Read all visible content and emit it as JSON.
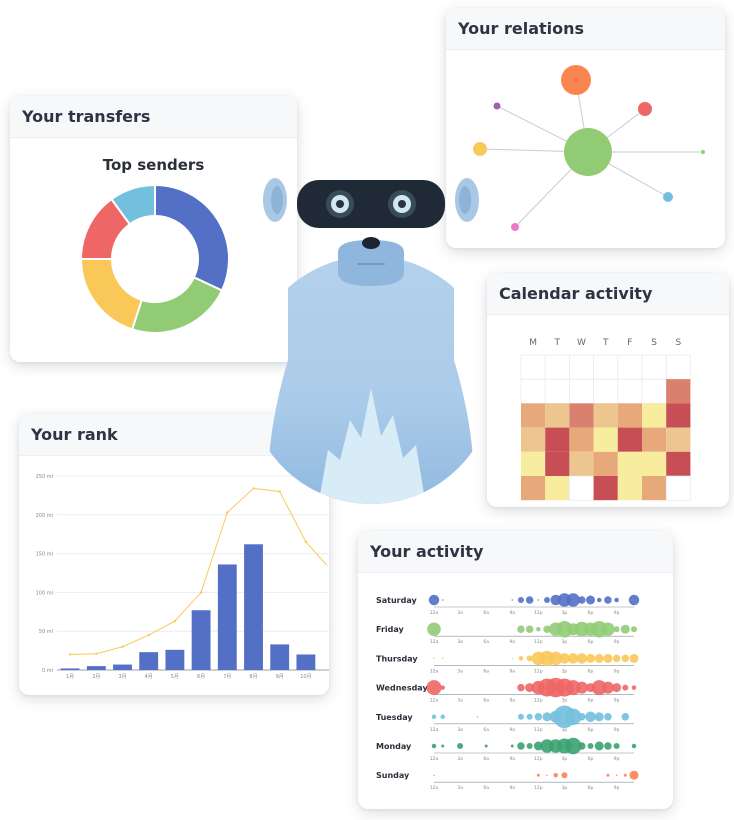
{
  "cards": {
    "transfers": {
      "title": "Your transfers"
    },
    "relations": {
      "title": "Your relations"
    },
    "calendar": {
      "title": "Calendar activity"
    },
    "rank": {
      "title": "Your rank"
    },
    "activity": {
      "title": "Your activity"
    }
  },
  "mascot": {
    "icon": "raccoon-mascot-icon"
  },
  "colors": {
    "blue": "#5470c6",
    "green": "#91cc75",
    "yellow": "#fac858",
    "red": "#ee6666",
    "cyan": "#73c0de",
    "teal": "#3ba272",
    "orange": "#fc8452",
    "purple": "#9a60b4",
    "magenta": "#ea7ccc"
  },
  "chart_data": [
    {
      "type": "pie",
      "title": "Top senders",
      "slices": [
        {
          "value": 32,
          "color": "#5470c6"
        },
        {
          "value": 23,
          "color": "#91cc75"
        },
        {
          "value": 20,
          "color": "#fac858"
        },
        {
          "value": 15,
          "color": "#ee6666"
        },
        {
          "value": 10,
          "color": "#73c0de"
        }
      ]
    },
    {
      "type": "scatter",
      "subtype": "graph",
      "nodes": [
        {
          "color": "#91cc75",
          "size": 24
        },
        {
          "color": "#fc8452",
          "size": 15
        },
        {
          "color": "#ee6666",
          "size": 7
        },
        {
          "color": "#9a60b4",
          "size": 3.5
        },
        {
          "color": "#fac858",
          "size": 7
        },
        {
          "color": "#91cc75",
          "size": 2
        },
        {
          "color": "#73c0de",
          "size": 5
        },
        {
          "color": "#ea7ccc",
          "size": 4
        }
      ]
    },
    {
      "type": "heatmap",
      "columns": [
        "M",
        "T",
        "W",
        "T",
        "F",
        "S",
        "S"
      ],
      "rows": 6,
      "values": [
        [
          0,
          0,
          0,
          0,
          0,
          0,
          0
        ],
        [
          0,
          0,
          0,
          0,
          0,
          0,
          4
        ],
        [
          3,
          2,
          4,
          2,
          3,
          1,
          5
        ],
        [
          2,
          5,
          3,
          1,
          5,
          3,
          2
        ],
        [
          1,
          5,
          2,
          3,
          1,
          1,
          5
        ],
        [
          3,
          1,
          0,
          5,
          1,
          3,
          0
        ]
      ]
    },
    {
      "type": "bar",
      "categories": [
        "1月",
        "2月",
        "3月",
        "4月",
        "5月",
        "6月",
        "7月",
        "8月",
        "9月",
        "10月"
      ],
      "series": [
        {
          "values": [
            2,
            5,
            7,
            23,
            26,
            77,
            136,
            162,
            33,
            20
          ]
        },
        {
          "values": [
            20,
            21,
            30,
            45,
            63,
            100,
            203,
            234,
            230,
            165
          ]
        }
      ],
      "y_ticks": [
        "0 ml",
        "50 ml",
        "100 ml",
        "150 ml",
        "200 ml",
        "250 ml"
      ],
      "ylim": [
        0,
        250
      ]
    },
    {
      "type": "scatter",
      "rows": [
        "Saturday",
        "Friday",
        "Thursday",
        "Wednesday",
        "Tuesday",
        "Monday",
        "Sunday"
      ],
      "x_ticks": [
        "12a",
        "3a",
        "6a",
        "9a",
        "12p",
        "3p",
        "6p",
        "9p"
      ],
      "series_colors": [
        "#5470c6",
        "#91cc75",
        "#fac858",
        "#ee6666",
        "#73c0de",
        "#3ba272",
        "#fc8452"
      ],
      "points": [
        [
          [
            0,
            7
          ],
          [
            1,
            1
          ],
          [
            9,
            1
          ],
          [
            10,
            4
          ],
          [
            11,
            5
          ],
          [
            12,
            1
          ],
          [
            13,
            4
          ],
          [
            14,
            7
          ],
          [
            15,
            9
          ],
          [
            16,
            9
          ],
          [
            17,
            5
          ],
          [
            18,
            6
          ],
          [
            19,
            3
          ],
          [
            20,
            5
          ],
          [
            21,
            3
          ],
          [
            23,
            7
          ]
        ],
        [
          [
            0,
            9
          ],
          [
            10,
            5
          ],
          [
            11,
            5
          ],
          [
            12,
            3
          ],
          [
            13,
            5
          ],
          [
            14,
            9
          ],
          [
            15,
            11
          ],
          [
            16,
            8
          ],
          [
            17,
            10
          ],
          [
            18,
            9
          ],
          [
            19,
            11
          ],
          [
            20,
            9
          ],
          [
            21,
            4
          ],
          [
            22,
            6
          ],
          [
            23,
            4
          ]
        ],
        [
          [
            0,
            1
          ],
          [
            1,
            1
          ],
          [
            9,
            1
          ],
          [
            10,
            3
          ],
          [
            11,
            4
          ],
          [
            12,
            9
          ],
          [
            13,
            10
          ],
          [
            14,
            9
          ],
          [
            15,
            7
          ],
          [
            16,
            7
          ],
          [
            17,
            7
          ],
          [
            18,
            6
          ],
          [
            19,
            6
          ],
          [
            20,
            6
          ],
          [
            21,
            5
          ],
          [
            22,
            5
          ],
          [
            23,
            6
          ]
        ],
        [
          [
            0,
            10
          ],
          [
            1,
            3
          ],
          [
            10,
            5
          ],
          [
            11,
            6
          ],
          [
            12,
            9
          ],
          [
            13,
            12
          ],
          [
            14,
            13
          ],
          [
            15,
            12
          ],
          [
            16,
            10
          ],
          [
            17,
            8
          ],
          [
            18,
            6
          ],
          [
            19,
            10
          ],
          [
            20,
            8
          ],
          [
            21,
            6
          ],
          [
            22,
            4
          ],
          [
            23,
            3
          ]
        ],
        [
          [
            0,
            3
          ],
          [
            1,
            3
          ],
          [
            5,
            1
          ],
          [
            10,
            4
          ],
          [
            11,
            4
          ],
          [
            12,
            5
          ],
          [
            13,
            6
          ],
          [
            14,
            8
          ],
          [
            15,
            15
          ],
          [
            16,
            11
          ],
          [
            17,
            5
          ],
          [
            18,
            7
          ],
          [
            19,
            6
          ],
          [
            20,
            5
          ],
          [
            22,
            5
          ]
        ],
        [
          [
            0,
            3
          ],
          [
            1,
            2
          ],
          [
            3,
            4
          ],
          [
            6,
            2
          ],
          [
            9,
            2
          ],
          [
            10,
            5
          ],
          [
            11,
            4
          ],
          [
            12,
            6
          ],
          [
            13,
            9
          ],
          [
            14,
            9
          ],
          [
            15,
            10
          ],
          [
            16,
            11
          ],
          [
            17,
            5
          ],
          [
            18,
            4
          ],
          [
            19,
            6
          ],
          [
            20,
            5
          ],
          [
            21,
            4
          ],
          [
            23,
            3
          ]
        ],
        [
          [
            0,
            1
          ],
          [
            12,
            2
          ],
          [
            13,
            1
          ],
          [
            14,
            3
          ],
          [
            15,
            4
          ],
          [
            20,
            2
          ],
          [
            21,
            1
          ],
          [
            22,
            2
          ],
          [
            23,
            6
          ]
        ]
      ]
    }
  ]
}
